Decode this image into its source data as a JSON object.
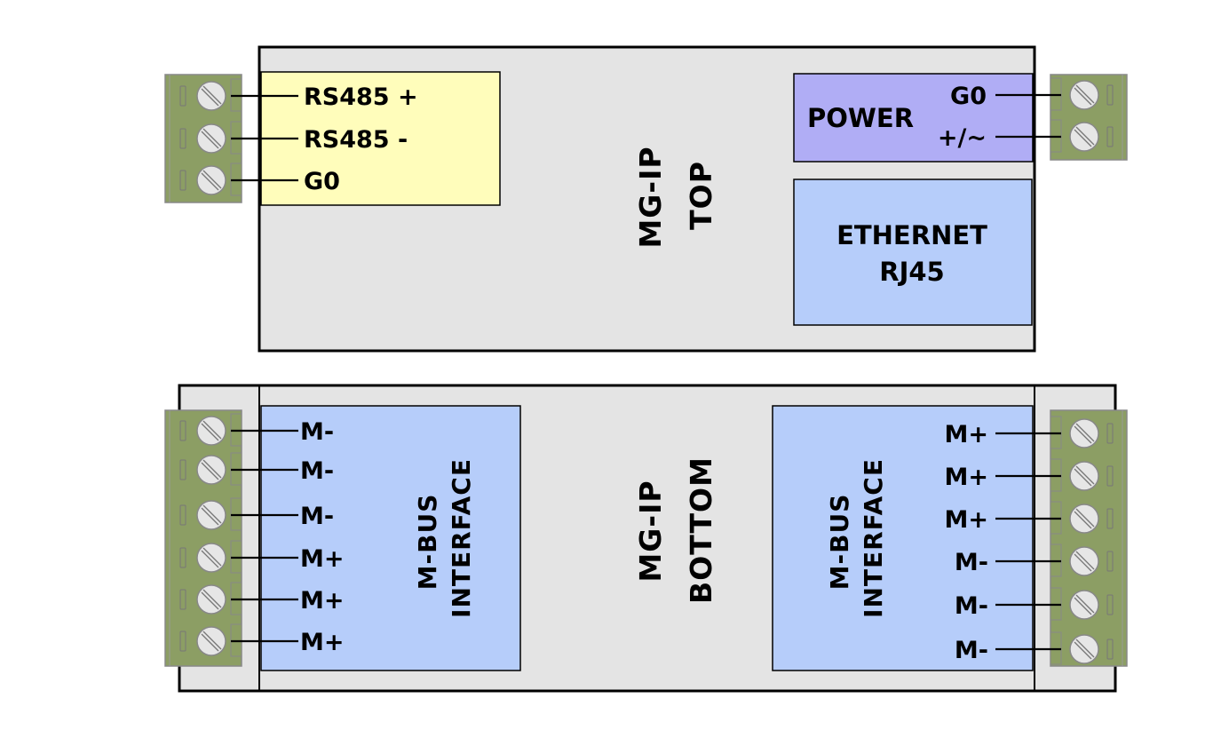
{
  "title": "MG-IP wiring diagram",
  "colors": {
    "housing": "#e4e4e4",
    "rs485_panel": "#fffdbb",
    "power_panel": "#b0adf5",
    "ethernet_panel": "#b6cdfa",
    "mbus_panel": "#b6cdfa",
    "terminal_block": "#8c9e64",
    "screw": "#e6e6e6",
    "outline": "#000000"
  },
  "top_view": {
    "title_line1": "MG-IP",
    "title_line2": "TOP",
    "rs485_terminal": {
      "pins": [
        {
          "label": "RS485 +"
        },
        {
          "label": "RS485 -"
        },
        {
          "label": "G0"
        }
      ]
    },
    "power": {
      "label": "POWER",
      "pins": [
        {
          "label": "G0"
        },
        {
          "label": "+/~"
        }
      ]
    },
    "ethernet": {
      "line1": "ETHERNET",
      "line2": "RJ45"
    }
  },
  "bottom_view": {
    "title_line1": "MG-IP",
    "title_line2": "BOTTOM",
    "left_interface": {
      "line1": "M-BUS",
      "line2": "INTERFACE",
      "pins": [
        {
          "label": "M-"
        },
        {
          "label": "M-"
        },
        {
          "label": "M-"
        },
        {
          "label": "M+"
        },
        {
          "label": "M+"
        },
        {
          "label": "M+"
        }
      ]
    },
    "right_interface": {
      "line1": "M-BUS",
      "line2": "INTERFACE",
      "pins": [
        {
          "label": "M+"
        },
        {
          "label": "M+"
        },
        {
          "label": "M+"
        },
        {
          "label": "M-"
        },
        {
          "label": "M-"
        },
        {
          "label": "M-"
        }
      ]
    }
  }
}
